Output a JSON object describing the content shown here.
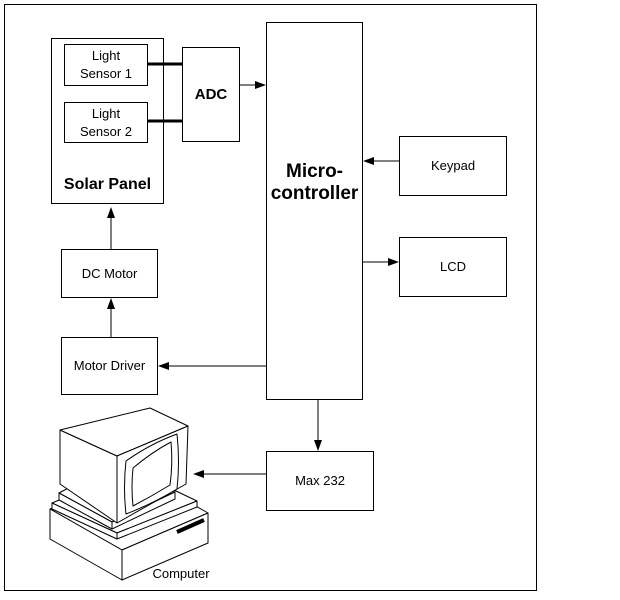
{
  "colors": {
    "line": "#000000",
    "background": "#ffffff",
    "text": "#000000"
  },
  "blocks": {
    "solar_panel": {
      "label": "Solar Panel"
    },
    "light_sensor_1": {
      "line1": "Light",
      "line2": "Sensor 1"
    },
    "light_sensor_2": {
      "line1": "Light",
      "line2": "Sensor 2"
    },
    "adc": {
      "label": "ADC"
    },
    "microcontroller": {
      "line1": "Micro-",
      "line2": "controller"
    },
    "keypad": {
      "label": "Keypad"
    },
    "lcd": {
      "label": "LCD"
    },
    "dc_motor": {
      "label": "DC Motor"
    },
    "motor_driver": {
      "label": "Motor Driver"
    },
    "max_232": {
      "label": "Max 232"
    },
    "computer": {
      "label": "Computer"
    }
  },
  "connections": [
    {
      "from": "light_sensor_1",
      "to": "adc",
      "style": "thick-line"
    },
    {
      "from": "light_sensor_2",
      "to": "adc",
      "style": "thick-line"
    },
    {
      "from": "adc",
      "to": "microcontroller",
      "style": "arrow"
    },
    {
      "from": "keypad",
      "to": "microcontroller",
      "style": "arrow"
    },
    {
      "from": "microcontroller",
      "to": "lcd",
      "style": "arrow"
    },
    {
      "from": "microcontroller",
      "to": "motor_driver",
      "style": "arrow"
    },
    {
      "from": "motor_driver",
      "to": "dc_motor",
      "style": "arrow"
    },
    {
      "from": "dc_motor",
      "to": "solar_panel",
      "style": "arrow"
    },
    {
      "from": "microcontroller",
      "to": "max_232",
      "style": "arrow"
    },
    {
      "from": "max_232",
      "to": "computer",
      "style": "arrow"
    }
  ]
}
